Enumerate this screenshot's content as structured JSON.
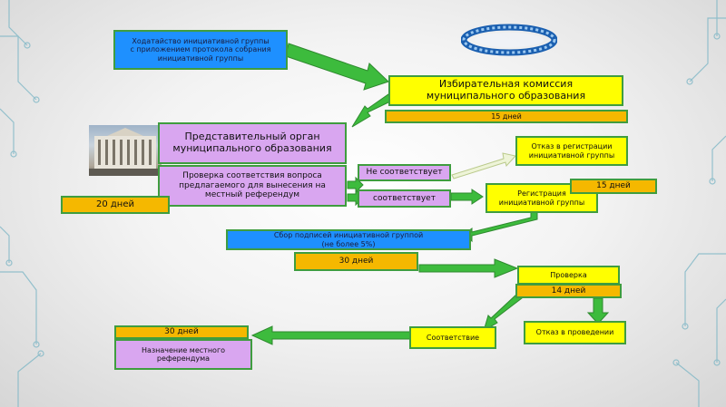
{
  "nodes": {
    "petition": "Ходатайство инициативной группы\nс приложением протокола собрания\nинициативной группы",
    "commission": "Избирательная  комиссия\nмуниципального  образования",
    "commission_days": "15 дней",
    "rep_body": "Представительный орган\nмуниципального образования",
    "check_question": "Проверка соответствия вопроса\nпредлагаемого для вынесения на\nместный референдум",
    "days_20": "20 дней",
    "not_match": "Не соответствует",
    "match": "соответствует",
    "refusal_registration": "Отказ в регистрации\nинициативной группы",
    "registration": "Регистрация\nинициативной группы",
    "registration_days": "15 дней",
    "signatures": "Сбор подписей инициативной группой\n(не более 5%)",
    "days_30_signatures": "30 дней",
    "verification": "Проверка",
    "days_14": "14 дней",
    "compliance": "Соответствие",
    "refusal_holding": "Отказ в проведении",
    "days_30_appoint": "30 дней",
    "appointment": "Назначение местного\nреферендума"
  },
  "colors": {
    "arrow": "#3dbb3d",
    "border": "#3f9d3f",
    "blue": "#1e90ff",
    "yellow": "#ffff00",
    "orange": "#f5b800",
    "violet": "#d9a6f0"
  }
}
